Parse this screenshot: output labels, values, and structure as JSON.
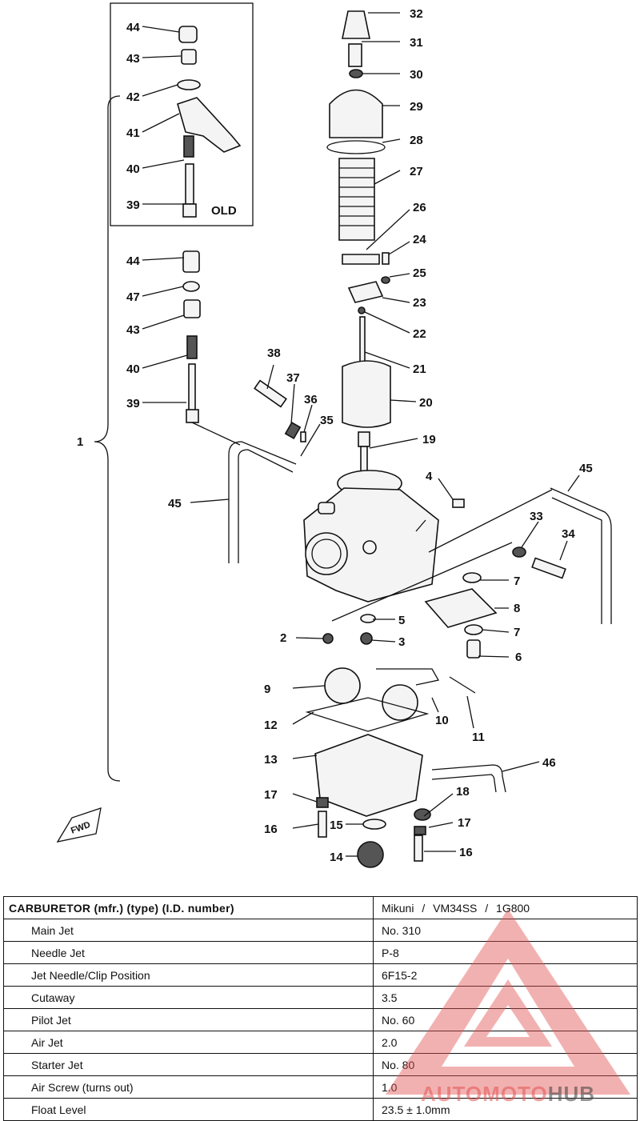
{
  "diagram": {
    "callouts": [
      "1",
      "2",
      "3",
      "4",
      "5",
      "6",
      "7",
      "7",
      "8",
      "9",
      "10",
      "11",
      "12",
      "13",
      "14",
      "15",
      "16",
      "16",
      "17",
      "17",
      "18",
      "19",
      "20",
      "21",
      "22",
      "23",
      "24",
      "25",
      "26",
      "27",
      "28",
      "29",
      "30",
      "31",
      "32",
      "33",
      "34",
      "35",
      "36",
      "37",
      "38",
      "39",
      "39",
      "40",
      "40",
      "41",
      "42",
      "43",
      "43",
      "44",
      "44",
      "45",
      "45",
      "46",
      "47"
    ],
    "old_label": "OLD",
    "fwd_label": "FWD"
  },
  "table": {
    "header_label": "CARBURETOR (mfr.) (type) (I.D. number)",
    "header_value": "Mikuni / VM34SS / 1G800",
    "rows": [
      {
        "label": "Main Jet",
        "value": "No. 310"
      },
      {
        "label": "Needle Jet",
        "value": "P-8"
      },
      {
        "label": "Jet Needle/Clip Position",
        "value": "6F15-2"
      },
      {
        "label": "Cutaway",
        "value": "3.5"
      },
      {
        "label": "Pilot Jet",
        "value": "No. 60"
      },
      {
        "label": "Air Jet",
        "value": "2.0"
      },
      {
        "label": "Starter Jet",
        "value": "No. 80"
      },
      {
        "label": "Air Screw (turns out)",
        "value": "1.0"
      },
      {
        "label": "Float Level",
        "value": "23.5 ± 1.0mm"
      }
    ]
  },
  "watermark": {
    "text_a": "AUTOMOTO",
    "text_b": "HUB",
    "color": "#e25252"
  }
}
